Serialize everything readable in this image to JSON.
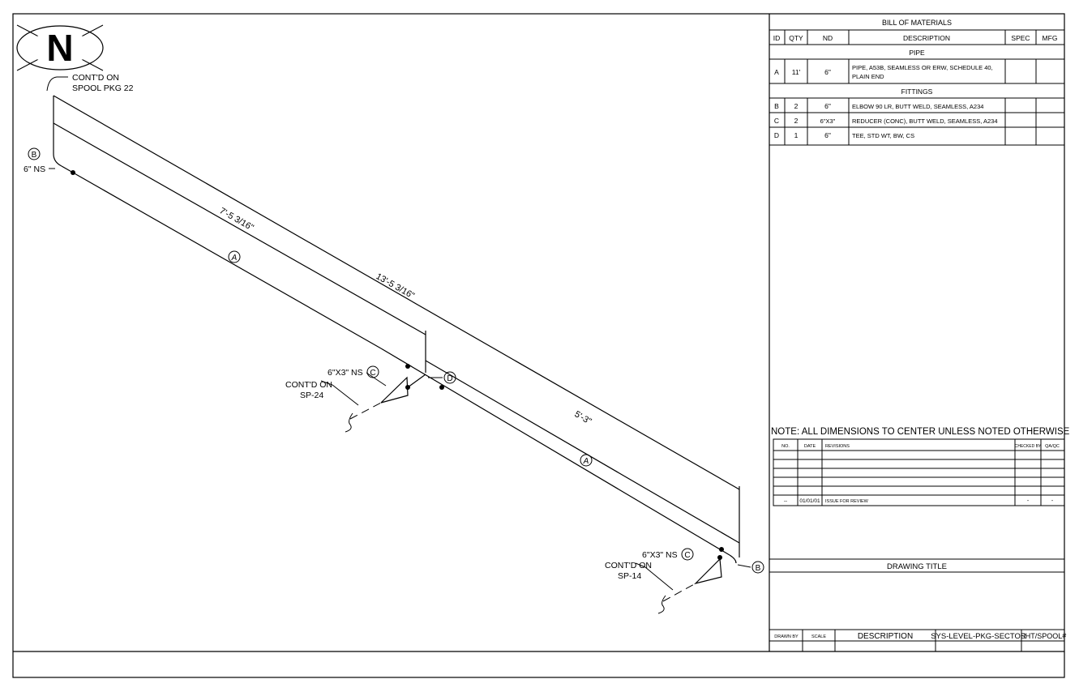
{
  "north_arrow": {
    "letter": "N"
  },
  "notes": {
    "continuation_top_line1": "CONT'D ON",
    "continuation_top_line2": "SPOOL PKG 22",
    "continuation_mid_line1": "CONT'D ON",
    "continuation_mid_line2": "SP-24",
    "continuation_bottom_line1": "CONT'D ON",
    "continuation_bottom_line2": "SP-14",
    "general_note": "NOTE: ALL DIMENSIONS TO CENTER UNLESS NOTED OTHERWISE"
  },
  "labels": {
    "size_top": "6\" NS",
    "size_mid": "6\"X3\" NS",
    "size_bottom": "6\"X3\" NS",
    "dim_a": "7'-5 3/16\"",
    "dim_b": "13'-5 3/16\"",
    "dim_c": "5'-3\""
  },
  "bubbles": {
    "b_top": "B",
    "a_upper": "A",
    "c_mid": "C",
    "d_mid": "D",
    "a_lower": "A",
    "c_bottom": "C",
    "b_bottom": "B"
  },
  "bom": {
    "title": "BILL OF MATERIALS",
    "headers": [
      "ID",
      "QTY",
      "ND",
      "DESCRIPTION",
      "SPEC",
      "MFG"
    ],
    "pipe_section": "PIPE",
    "pipe_rows": [
      {
        "id": "A",
        "qty": "11'",
        "nd": "6\"",
        "desc1": "PIPE, A53B, SEAMLESS OR ERW, SCHEDULE 40,",
        "desc2": "PLAIN END",
        "spec": "",
        "mfg": ""
      }
    ],
    "fittings_section": "FITTINGS",
    "fitting_rows": [
      {
        "id": "B",
        "qty": "2",
        "nd": "6\"",
        "desc": "ELBOW 90 LR, BUTT WELD, SEAMLESS, A234",
        "spec": "",
        "mfg": ""
      },
      {
        "id": "C",
        "qty": "2",
        "nd": "6\"X3\"",
        "desc": "REDUCER (CONC), BUTT WELD, SEAMLESS, A234",
        "spec": "",
        "mfg": ""
      },
      {
        "id": "D",
        "qty": "1",
        "nd": "6\"",
        "desc": "TEE, STD WT, BW, CS",
        "spec": "",
        "mfg": ""
      }
    ]
  },
  "revisions": {
    "headers": [
      "NO.",
      "DATE",
      "REVISIONS",
      "CHECKED BY",
      "QA/QC"
    ],
    "rows": [
      {
        "no": "",
        "date": "",
        "rev": "",
        "chk": "",
        "qa": ""
      },
      {
        "no": "",
        "date": "",
        "rev": "",
        "chk": "",
        "qa": ""
      },
      {
        "no": "",
        "date": "",
        "rev": "",
        "chk": "",
        "qa": ""
      },
      {
        "no": "",
        "date": "",
        "rev": "",
        "chk": "",
        "qa": ""
      },
      {
        "no": "",
        "date": "",
        "rev": "",
        "chk": "",
        "qa": ""
      },
      {
        "no": "--",
        "date": "01/01/01",
        "rev": "ISSUE FOR REVIEW",
        "chk": "-",
        "qa": "-"
      }
    ]
  },
  "title_block": {
    "drawing_title_label": "DRAWING TITLE",
    "drawn_by": "DRAWN BY",
    "scale": "SCALE",
    "description": "DESCRIPTION",
    "sys_code": "SYS-LEVEL-PKG-SECTOR",
    "sheet": "SHT/SPOOL#"
  }
}
